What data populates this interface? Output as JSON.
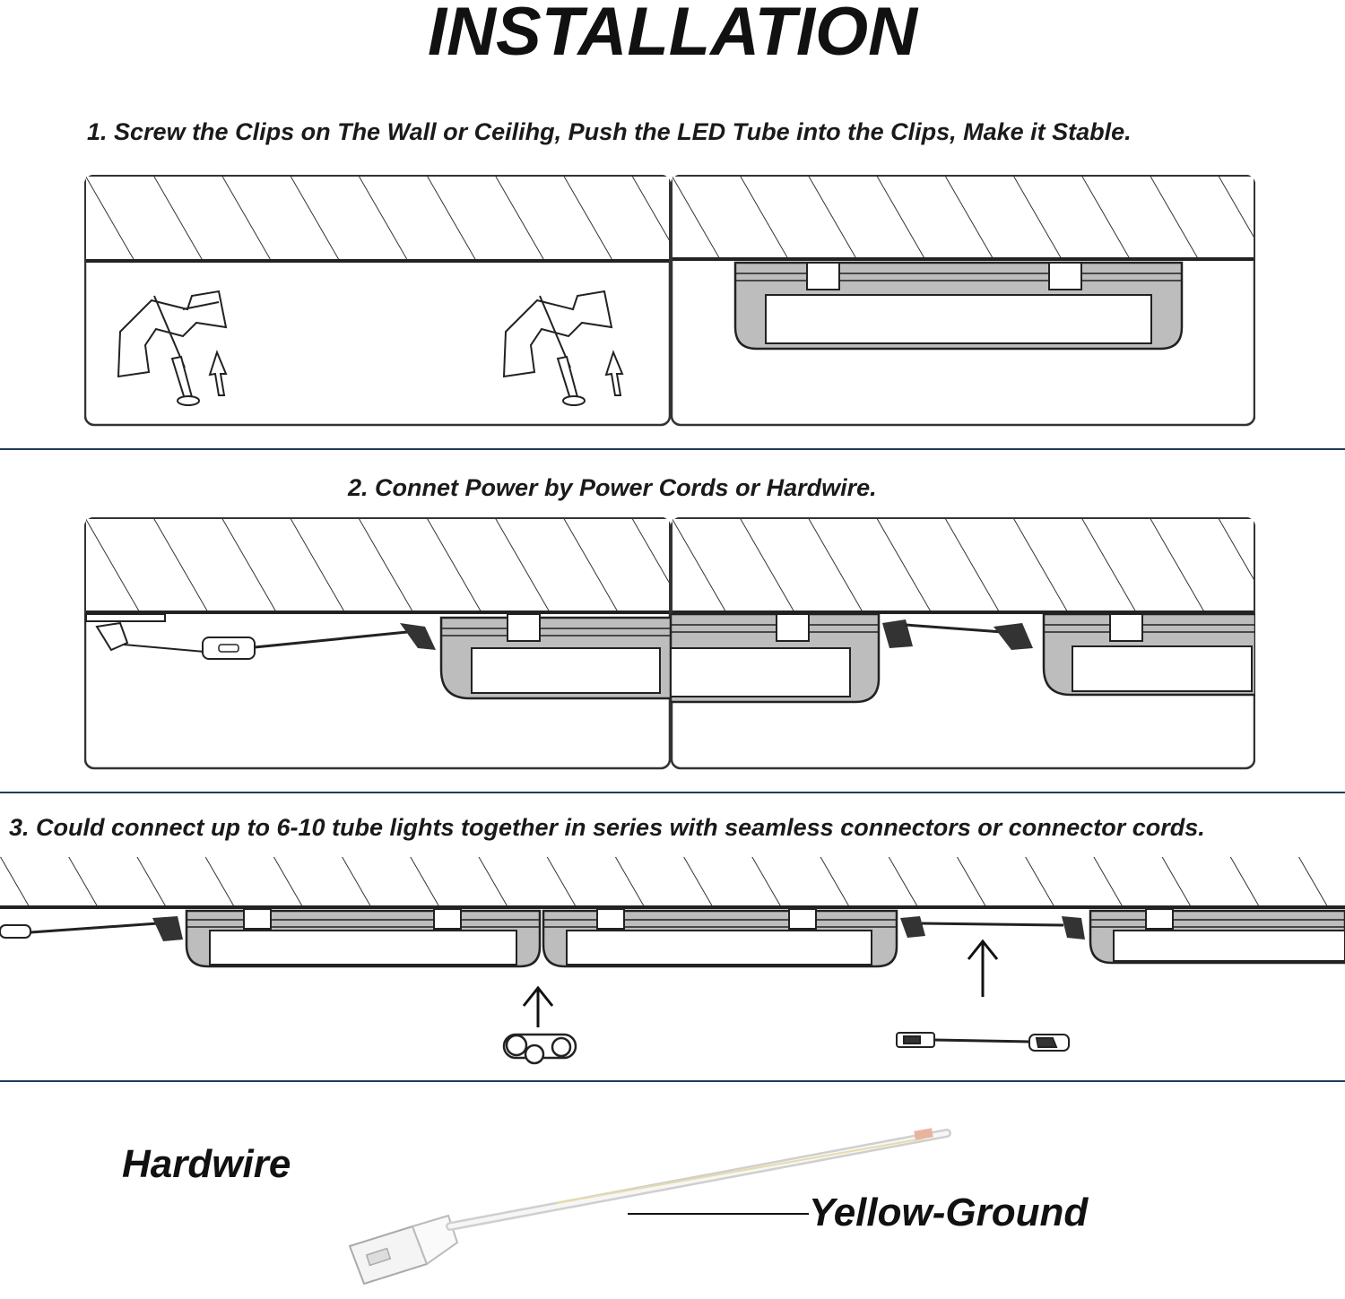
{
  "title": "INSTALLATION",
  "steps": [
    "1. Screw the Clips on The Wall or Ceilihg, Push the LED Tube into the Clips, Make it Stable.",
    "2. Connet Power by Power Cords or Hardwire.",
    "3. Could connect up to 6-10 tube lights together in series with seamless connectors or connector cords."
  ],
  "hardwire": {
    "label": "Hardwire",
    "ground_label": "Yellow-Ground"
  },
  "colors": {
    "divider": "#1f3b5c",
    "tube_shade": "#bdbdbd",
    "line": "#222222"
  },
  "icons": [
    "screw-icon",
    "clip-icon",
    "arrow-up-icon",
    "power-switch-icon",
    "seamless-connector-icon",
    "connector-cord-icon"
  ]
}
